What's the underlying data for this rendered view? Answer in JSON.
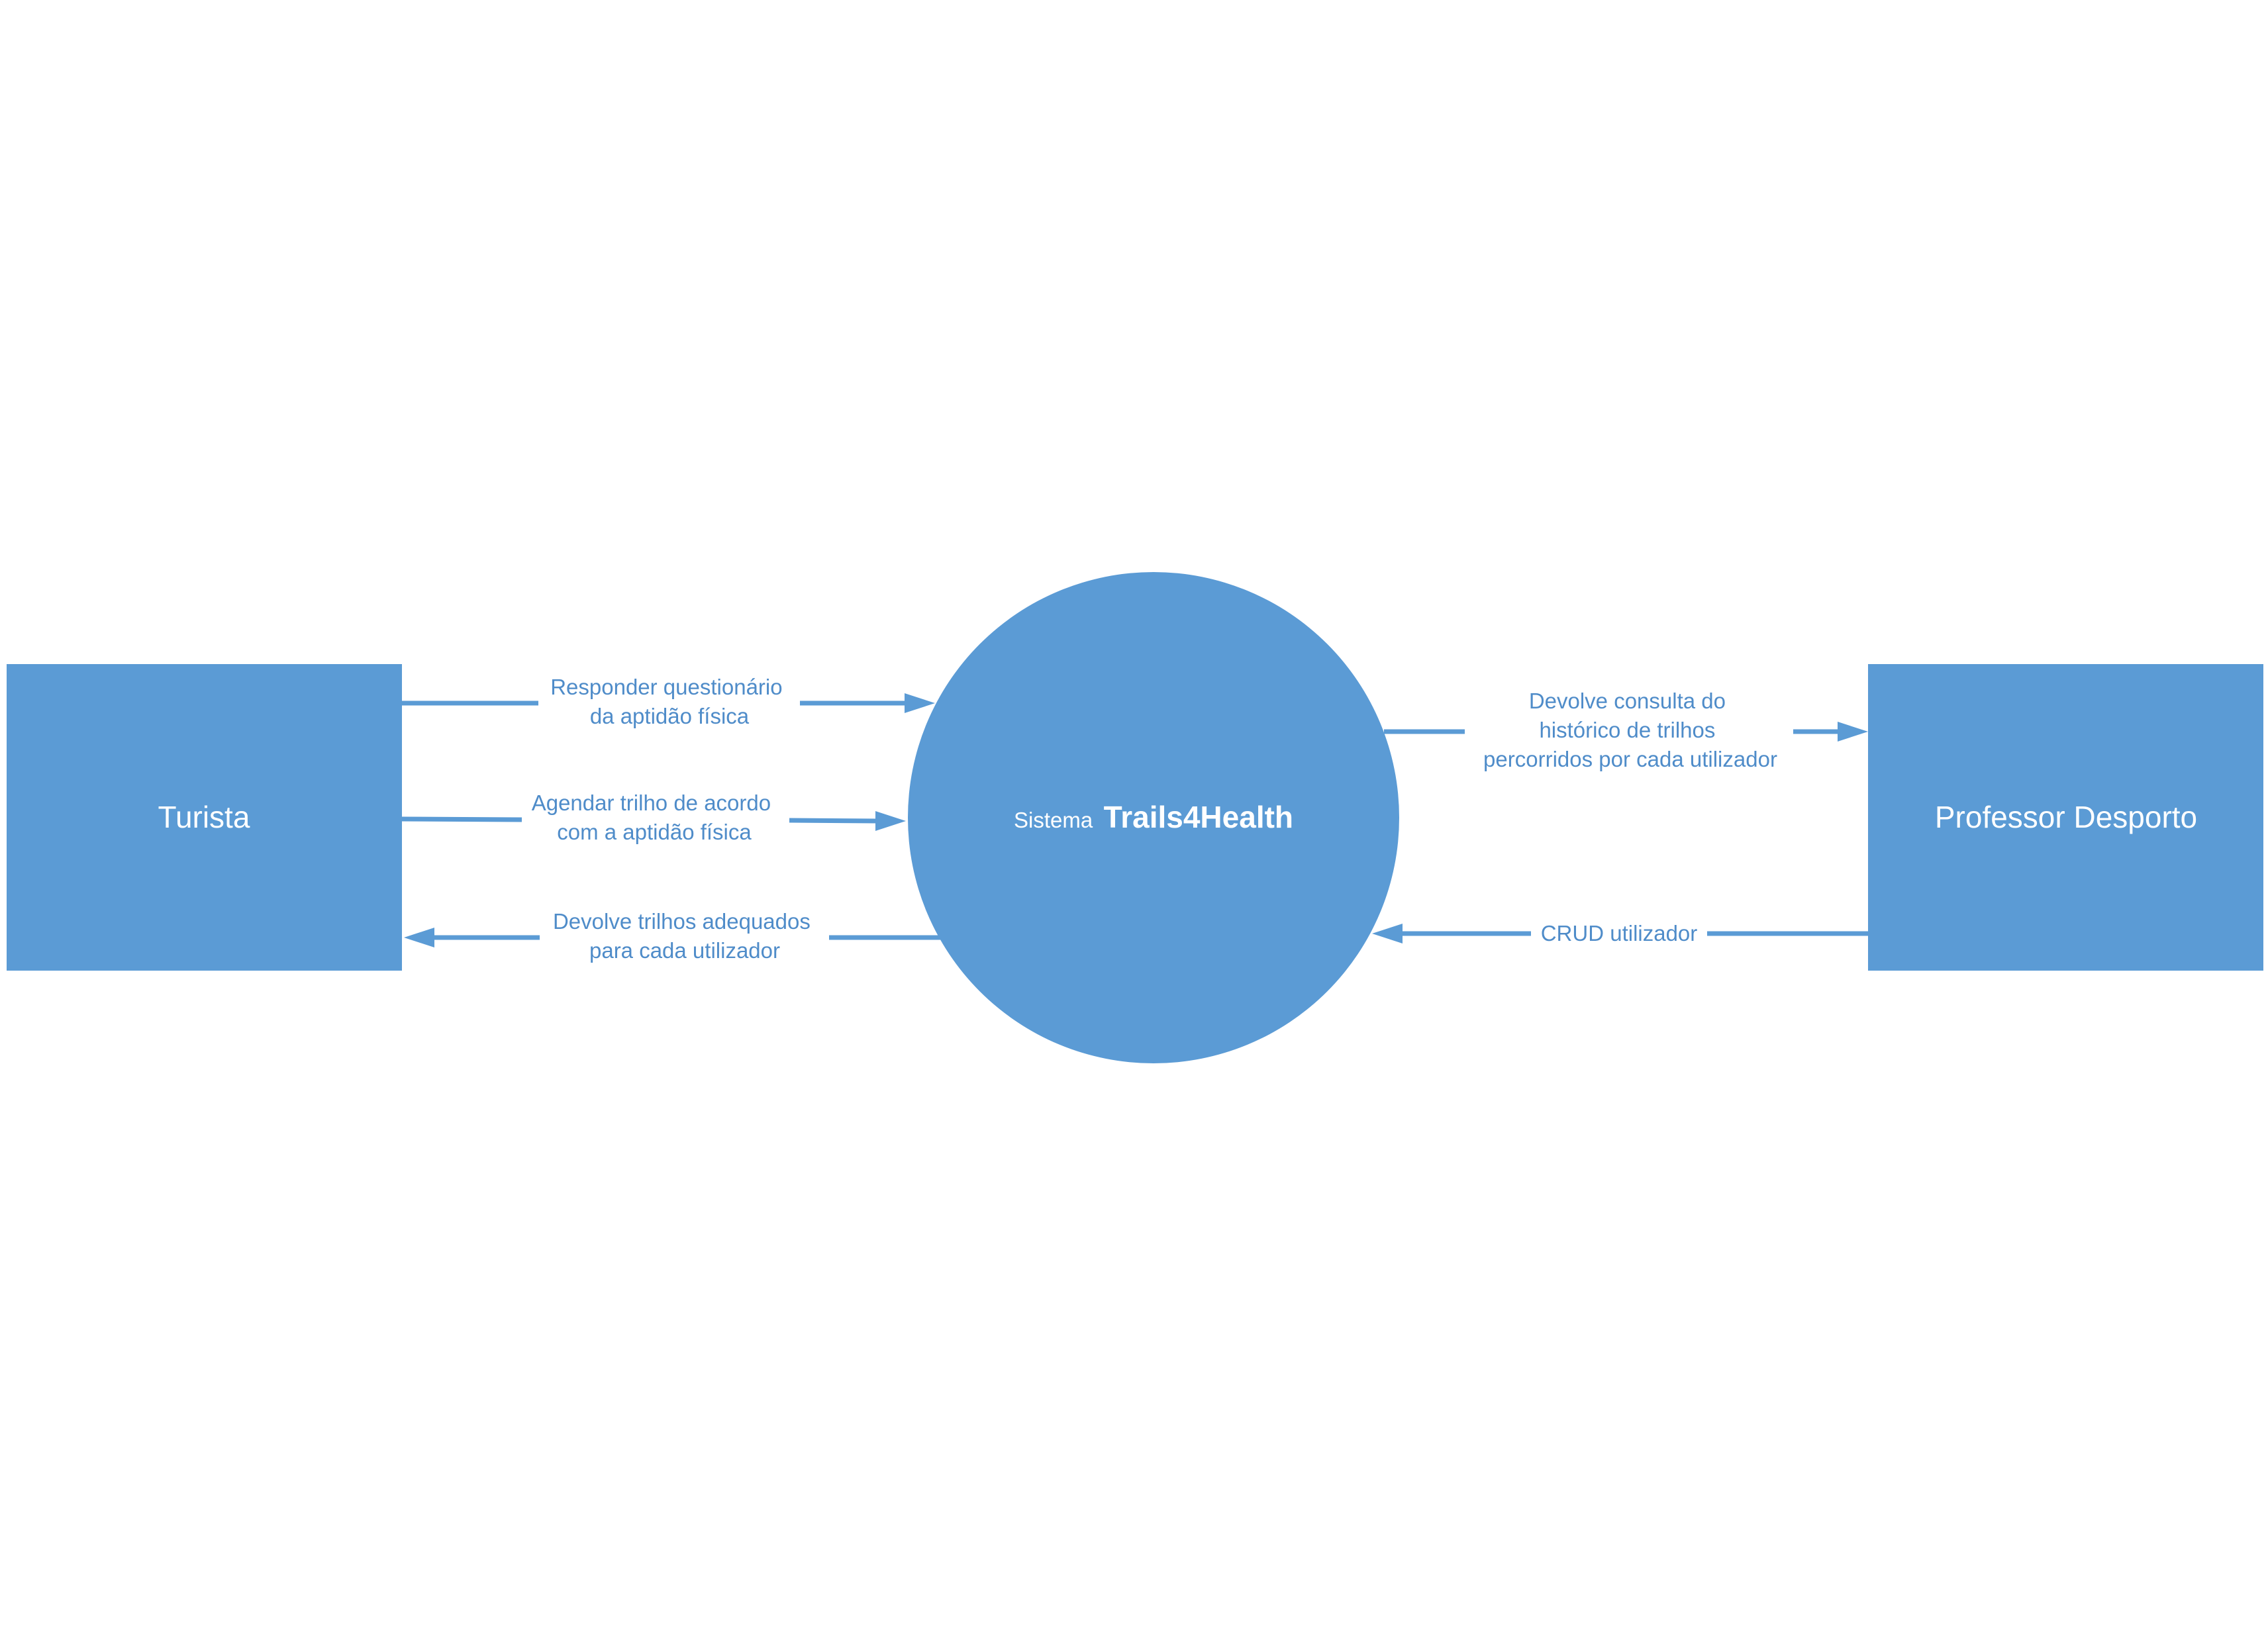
{
  "colors": {
    "shape_fill": "#5b9bd5",
    "line": "#5b9bd5",
    "flow_text": "#4f8cc9",
    "shape_text": "#ffffff"
  },
  "entities": {
    "turista": {
      "label": "Turista"
    },
    "professor": {
      "label": "Professor Desporto"
    }
  },
  "process": {
    "prefix": "Sistema",
    "name": "Trails4Health"
  },
  "flows": {
    "responder": {
      "line1": "Responder questionário",
      "line2": "da aptidão física"
    },
    "agendar": {
      "line1": "Agendar trilho de acordo",
      "line2": "com a aptidão física"
    },
    "devolve_trilhos": {
      "line1": "Devolve trilhos adequados",
      "line2": "para cada utilizador"
    },
    "devolve_consulta": {
      "line1": "Devolve consulta do",
      "line2": "histórico de trilhos",
      "line3": "percorridos por cada utilizador"
    },
    "crud": {
      "line1": "CRUD utilizador"
    }
  }
}
